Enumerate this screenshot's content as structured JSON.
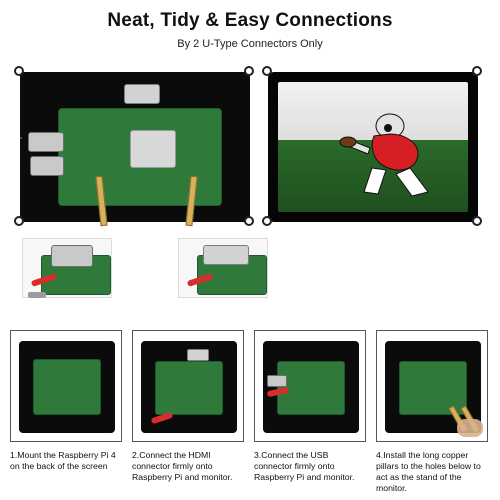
{
  "header": {
    "title": "Neat, Tidy & Easy Connections",
    "subtitle": "By 2 U-Type Connectors Only"
  },
  "steps": [
    {
      "caption": "1.Mount the Raspberry Pi 4 on the back of the screen"
    },
    {
      "caption": "2.Connect the HDMI connector firmly onto Raspberry Pi and monitor."
    },
    {
      "caption": "3.Connect the USB connector firmly onto Raspberry Pi and monitor."
    },
    {
      "caption": "4.Install the long copper pillars to the holes below to act as the stand of the monitor."
    }
  ],
  "colors": {
    "pcb_green": "#2f7a3b",
    "panel_black": "#0b0b0b",
    "accent_red": "#d82d2d",
    "field_green": "#2a6b2a"
  }
}
